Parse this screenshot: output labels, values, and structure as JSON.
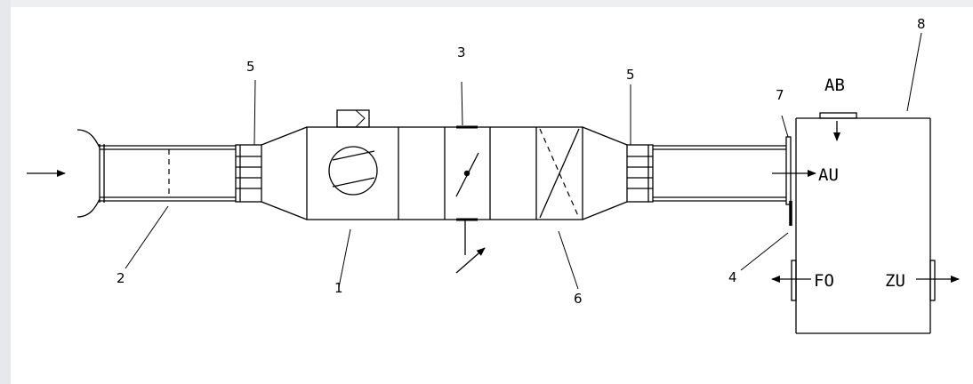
{
  "labels": {
    "n1": "1",
    "n2": "2",
    "n3": "3",
    "n4": "4",
    "n5a": "5",
    "n5b": "5",
    "n6": "6",
    "n7": "7",
    "n8": "8",
    "ab": "AB",
    "au": "AU",
    "fo": "FO",
    "zu": "ZU"
  },
  "colors": {
    "line": "#000000",
    "background": "#ffffff",
    "frame": "#e6e8ec"
  }
}
